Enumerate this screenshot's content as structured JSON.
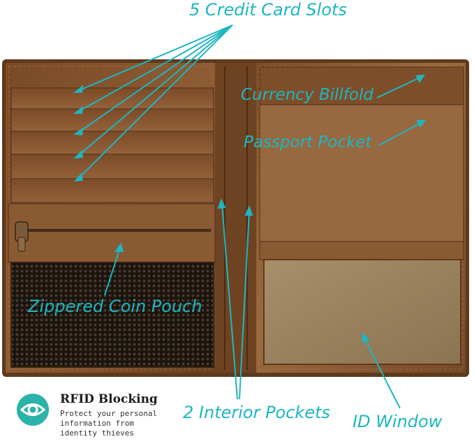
{
  "callouts": {
    "credit_card_slots": "5 Credit Card Slots",
    "currency_billfold": "Currency Billfold",
    "passport_pocket": "Passport Pocket",
    "zippered_coin_pouch": "Zippered Coin Pouch",
    "interior_pockets": "2 Interior Pockets",
    "id_window": "ID Window"
  },
  "rfid": {
    "icon": "eye-shield-icon",
    "title": "RFID Blocking",
    "description": "Protect your personal information from identity thieves"
  },
  "colors": {
    "accent": "#1eb6c0",
    "leather": "#8a5a33",
    "leather_dark": "#5e3a1d",
    "text_dark": "#1c1c1c"
  }
}
